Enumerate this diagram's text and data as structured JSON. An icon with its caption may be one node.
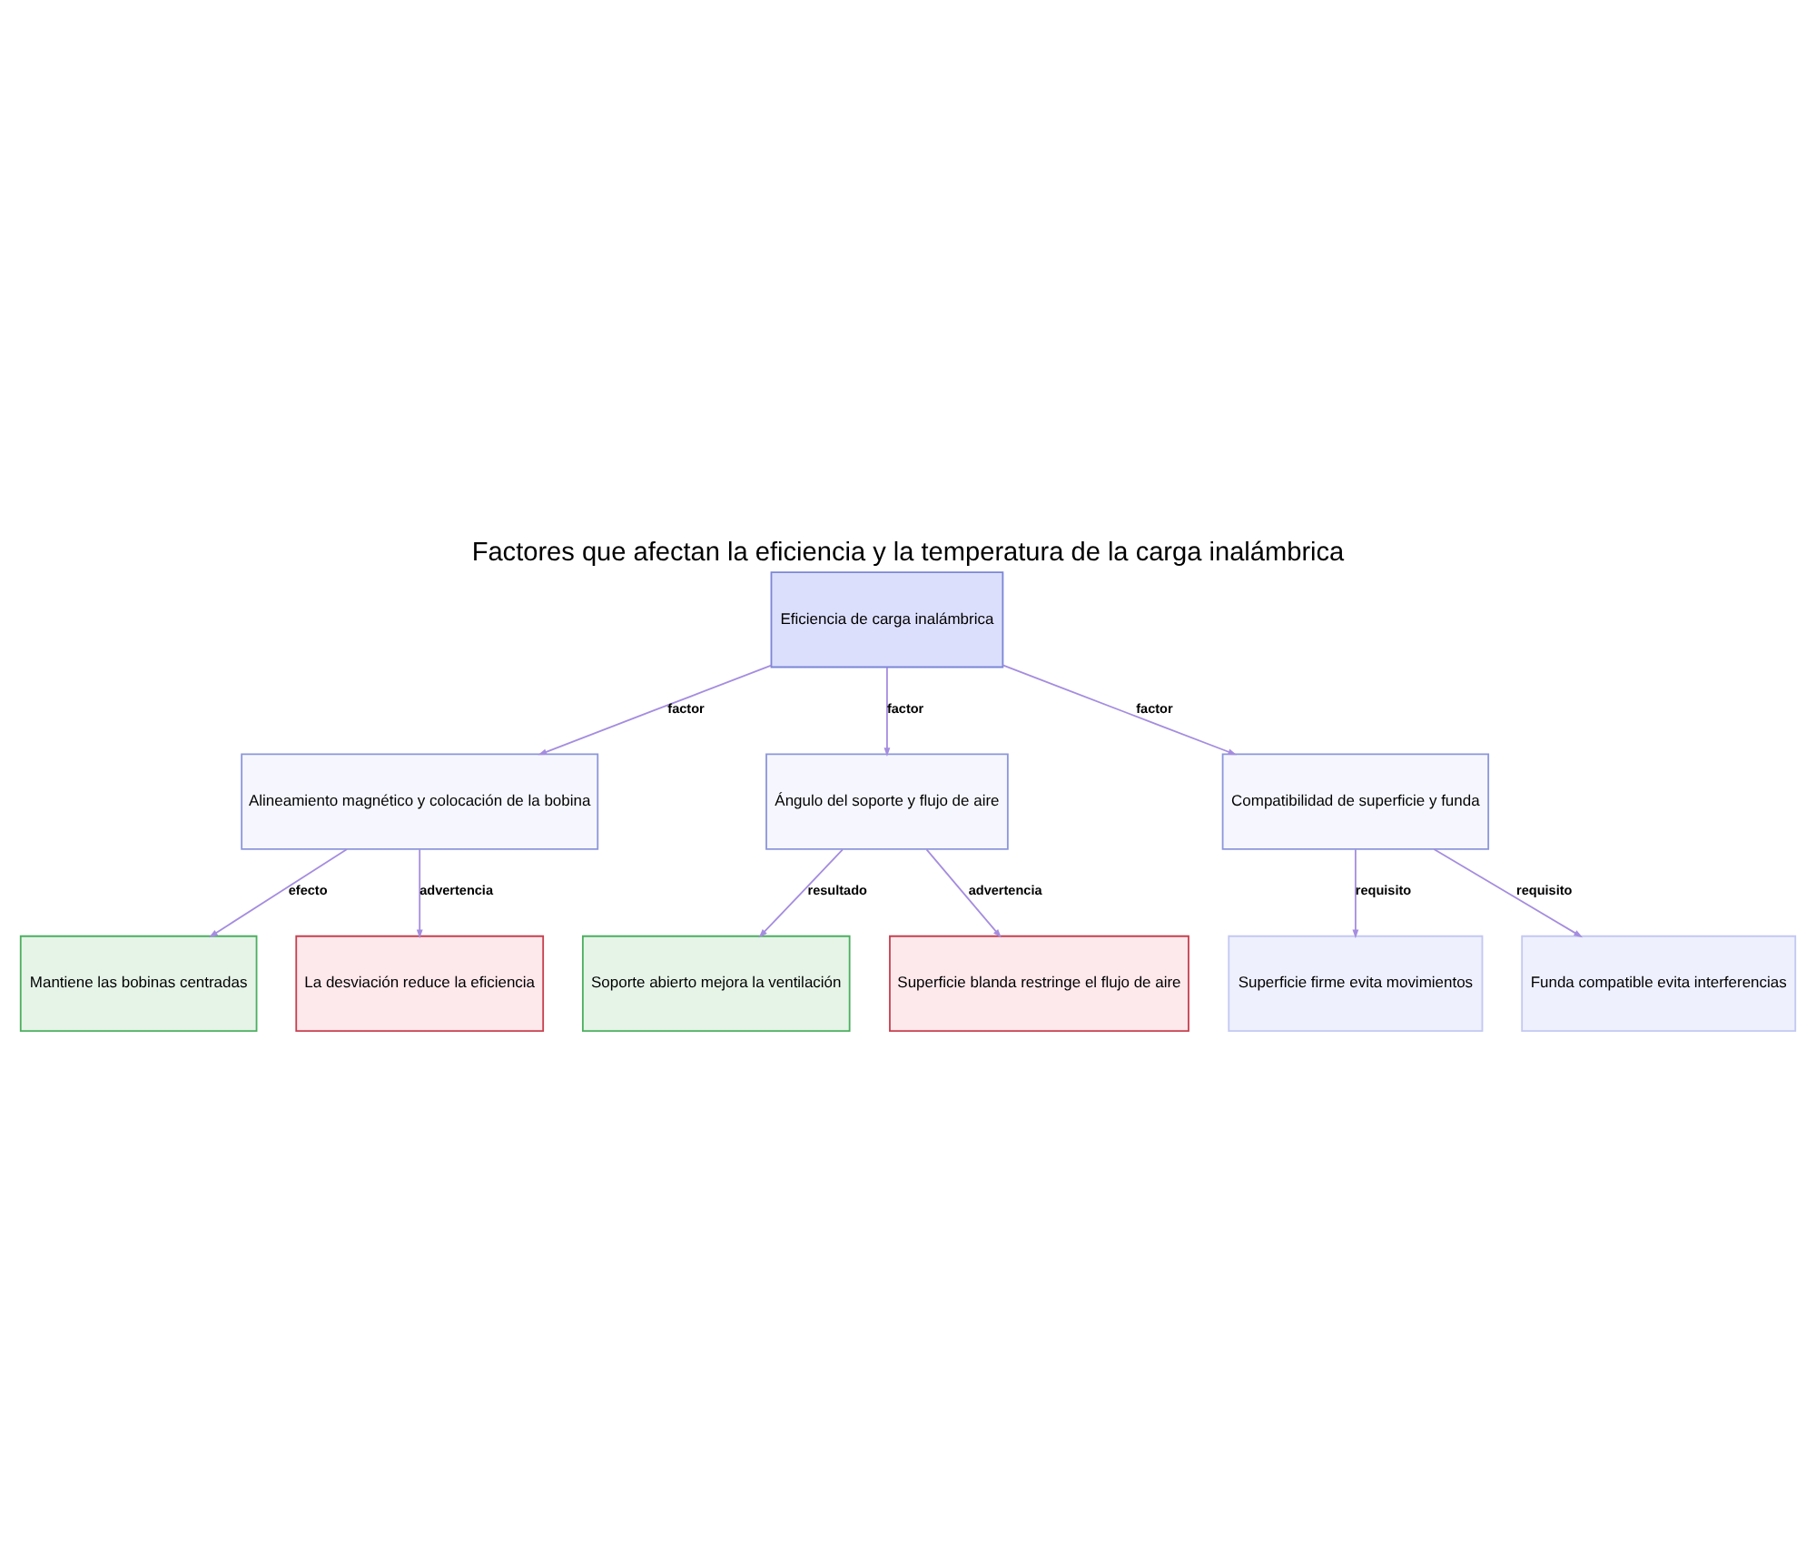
{
  "diagram": {
    "title": "Factores que afectan la eficiencia y la temperatura de la carga inalámbrica",
    "nodes": [
      {
        "text": [
          "Eficiencia de carga inalámbrica"
        ]
      },
      {
        "text": [
          "Alineamiento magnético y colocación de la bobina"
        ]
      },
      {
        "text": [
          "Ángulo del soporte y flujo de aire"
        ]
      },
      {
        "text": [
          "Compatibilidad de superficie y funda"
        ]
      },
      {
        "text": [
          "Mantiene las bobinas centradas"
        ]
      },
      {
        "text": [
          "La desviación reduce la eficiencia"
        ]
      },
      {
        "text": [
          "Soporte abierto mejora la ventilación"
        ]
      },
      {
        "text": [
          "Superficie blanda restringe el flujo de aire"
        ]
      },
      {
        "text": [
          "Superficie firme evita movimientos"
        ]
      },
      {
        "text": [
          "Funda compatible evita interferencias"
        ]
      }
    ],
    "edges": [
      {
        "from": 0,
        "to": 1,
        "arrow": "to",
        "label": "factor"
      },
      {
        "from": 0,
        "to": 2,
        "arrow": "to",
        "label": "factor"
      },
      {
        "from": 0,
        "to": 3,
        "arrow": "to",
        "label": "factor"
      },
      {
        "from": 1,
        "to": 4,
        "arrow": "to",
        "label": "efecto"
      },
      {
        "from": 1,
        "to": 5,
        "arrow": "to",
        "label": "advertencia"
      },
      {
        "from": 2,
        "to": 6,
        "arrow": "to",
        "label": "resultado"
      },
      {
        "from": 2,
        "to": 7,
        "arrow": "to",
        "label": "advertencia"
      },
      {
        "from": 3,
        "to": 8,
        "arrow": "to",
        "label": "requisito"
      },
      {
        "from": 3,
        "to": 9,
        "arrow": "to",
        "label": "requisito"
      }
    ]
  }
}
